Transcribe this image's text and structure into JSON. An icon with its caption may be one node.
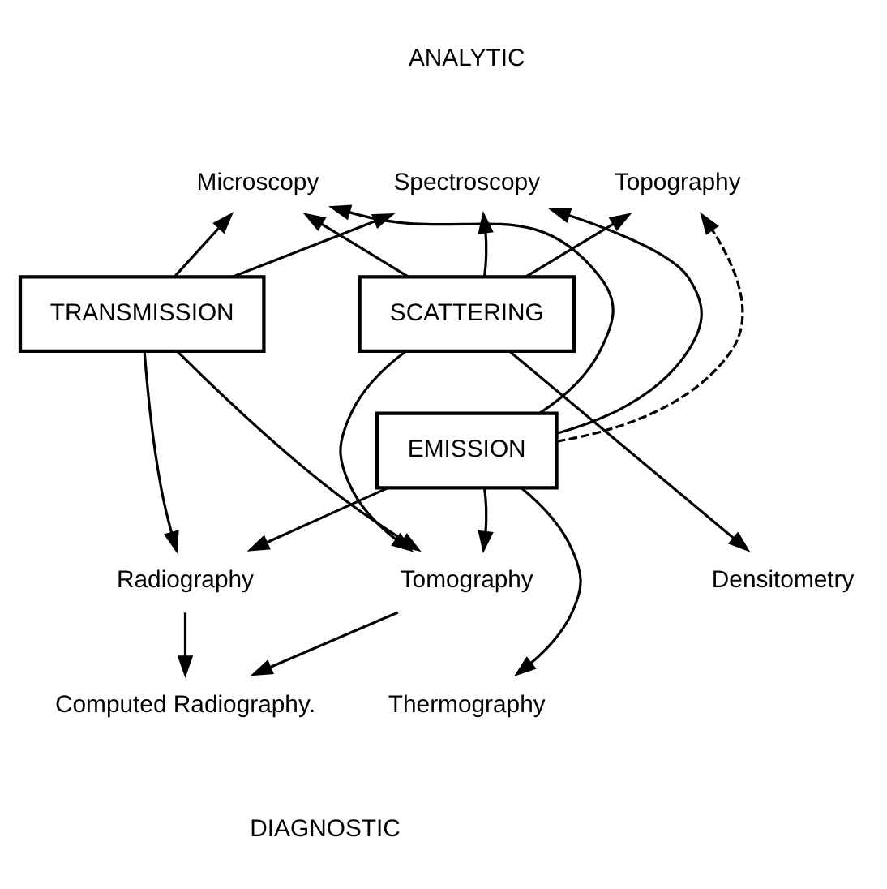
{
  "diagram": {
    "nodes": [
      {
        "text": [
          "Microscopy"
        ]
      },
      {
        "text": [
          "Spectroscopy"
        ]
      },
      {
        "text": [
          "Topography"
        ]
      },
      {
        "text": [
          "TRANSMISSION"
        ]
      },
      {
        "text": [
          "SCATTERING"
        ]
      },
      {
        "text": [
          "EMISSION"
        ]
      },
      {
        "text": [
          "Radiography"
        ]
      },
      {
        "text": [
          "Tomography"
        ]
      },
      {
        "text": [
          "Densitometry"
        ]
      },
      {
        "text": [
          "Computed Radiography."
        ]
      },
      {
        "text": [
          "Thermography"
        ]
      }
    ],
    "edges": [
      {
        "from": 3,
        "to": 0,
        "arrow": "to"
      },
      {
        "from": 3,
        "to": 1,
        "arrow": "to"
      },
      {
        "from": 4,
        "to": 1,
        "arrow": "to"
      },
      {
        "from": 4,
        "to": 0,
        "arrow": "to"
      },
      {
        "from": 4,
        "to": 2,
        "arrow": "to"
      },
      {
        "from": 5,
        "to": 1,
        "arrow": "to"
      },
      {
        "from": 5,
        "to": 0,
        "arrow": "to"
      },
      {
        "from": 5,
        "to": 2,
        "arrow": "to",
        "style": "dashed"
      },
      {
        "from": 3,
        "to": 6,
        "arrow": "to"
      },
      {
        "from": 3,
        "to": 7,
        "arrow": "to"
      },
      {
        "from": 5,
        "to": 6,
        "arrow": "to"
      },
      {
        "from": 5,
        "to": 7,
        "arrow": "to"
      },
      {
        "from": 5,
        "to": 10,
        "arrow": "to"
      },
      {
        "from": 4,
        "to": 7,
        "arrow": "to"
      },
      {
        "from": 4,
        "to": 8,
        "arrow": "to"
      },
      {
        "from": 6,
        "to": 9,
        "arrow": "to"
      },
      {
        "from": 7,
        "to": 9,
        "arrow": "to"
      }
    ],
    "labels": [
      "ANALYTIC",
      "DIAGNOSTIC"
    ]
  }
}
